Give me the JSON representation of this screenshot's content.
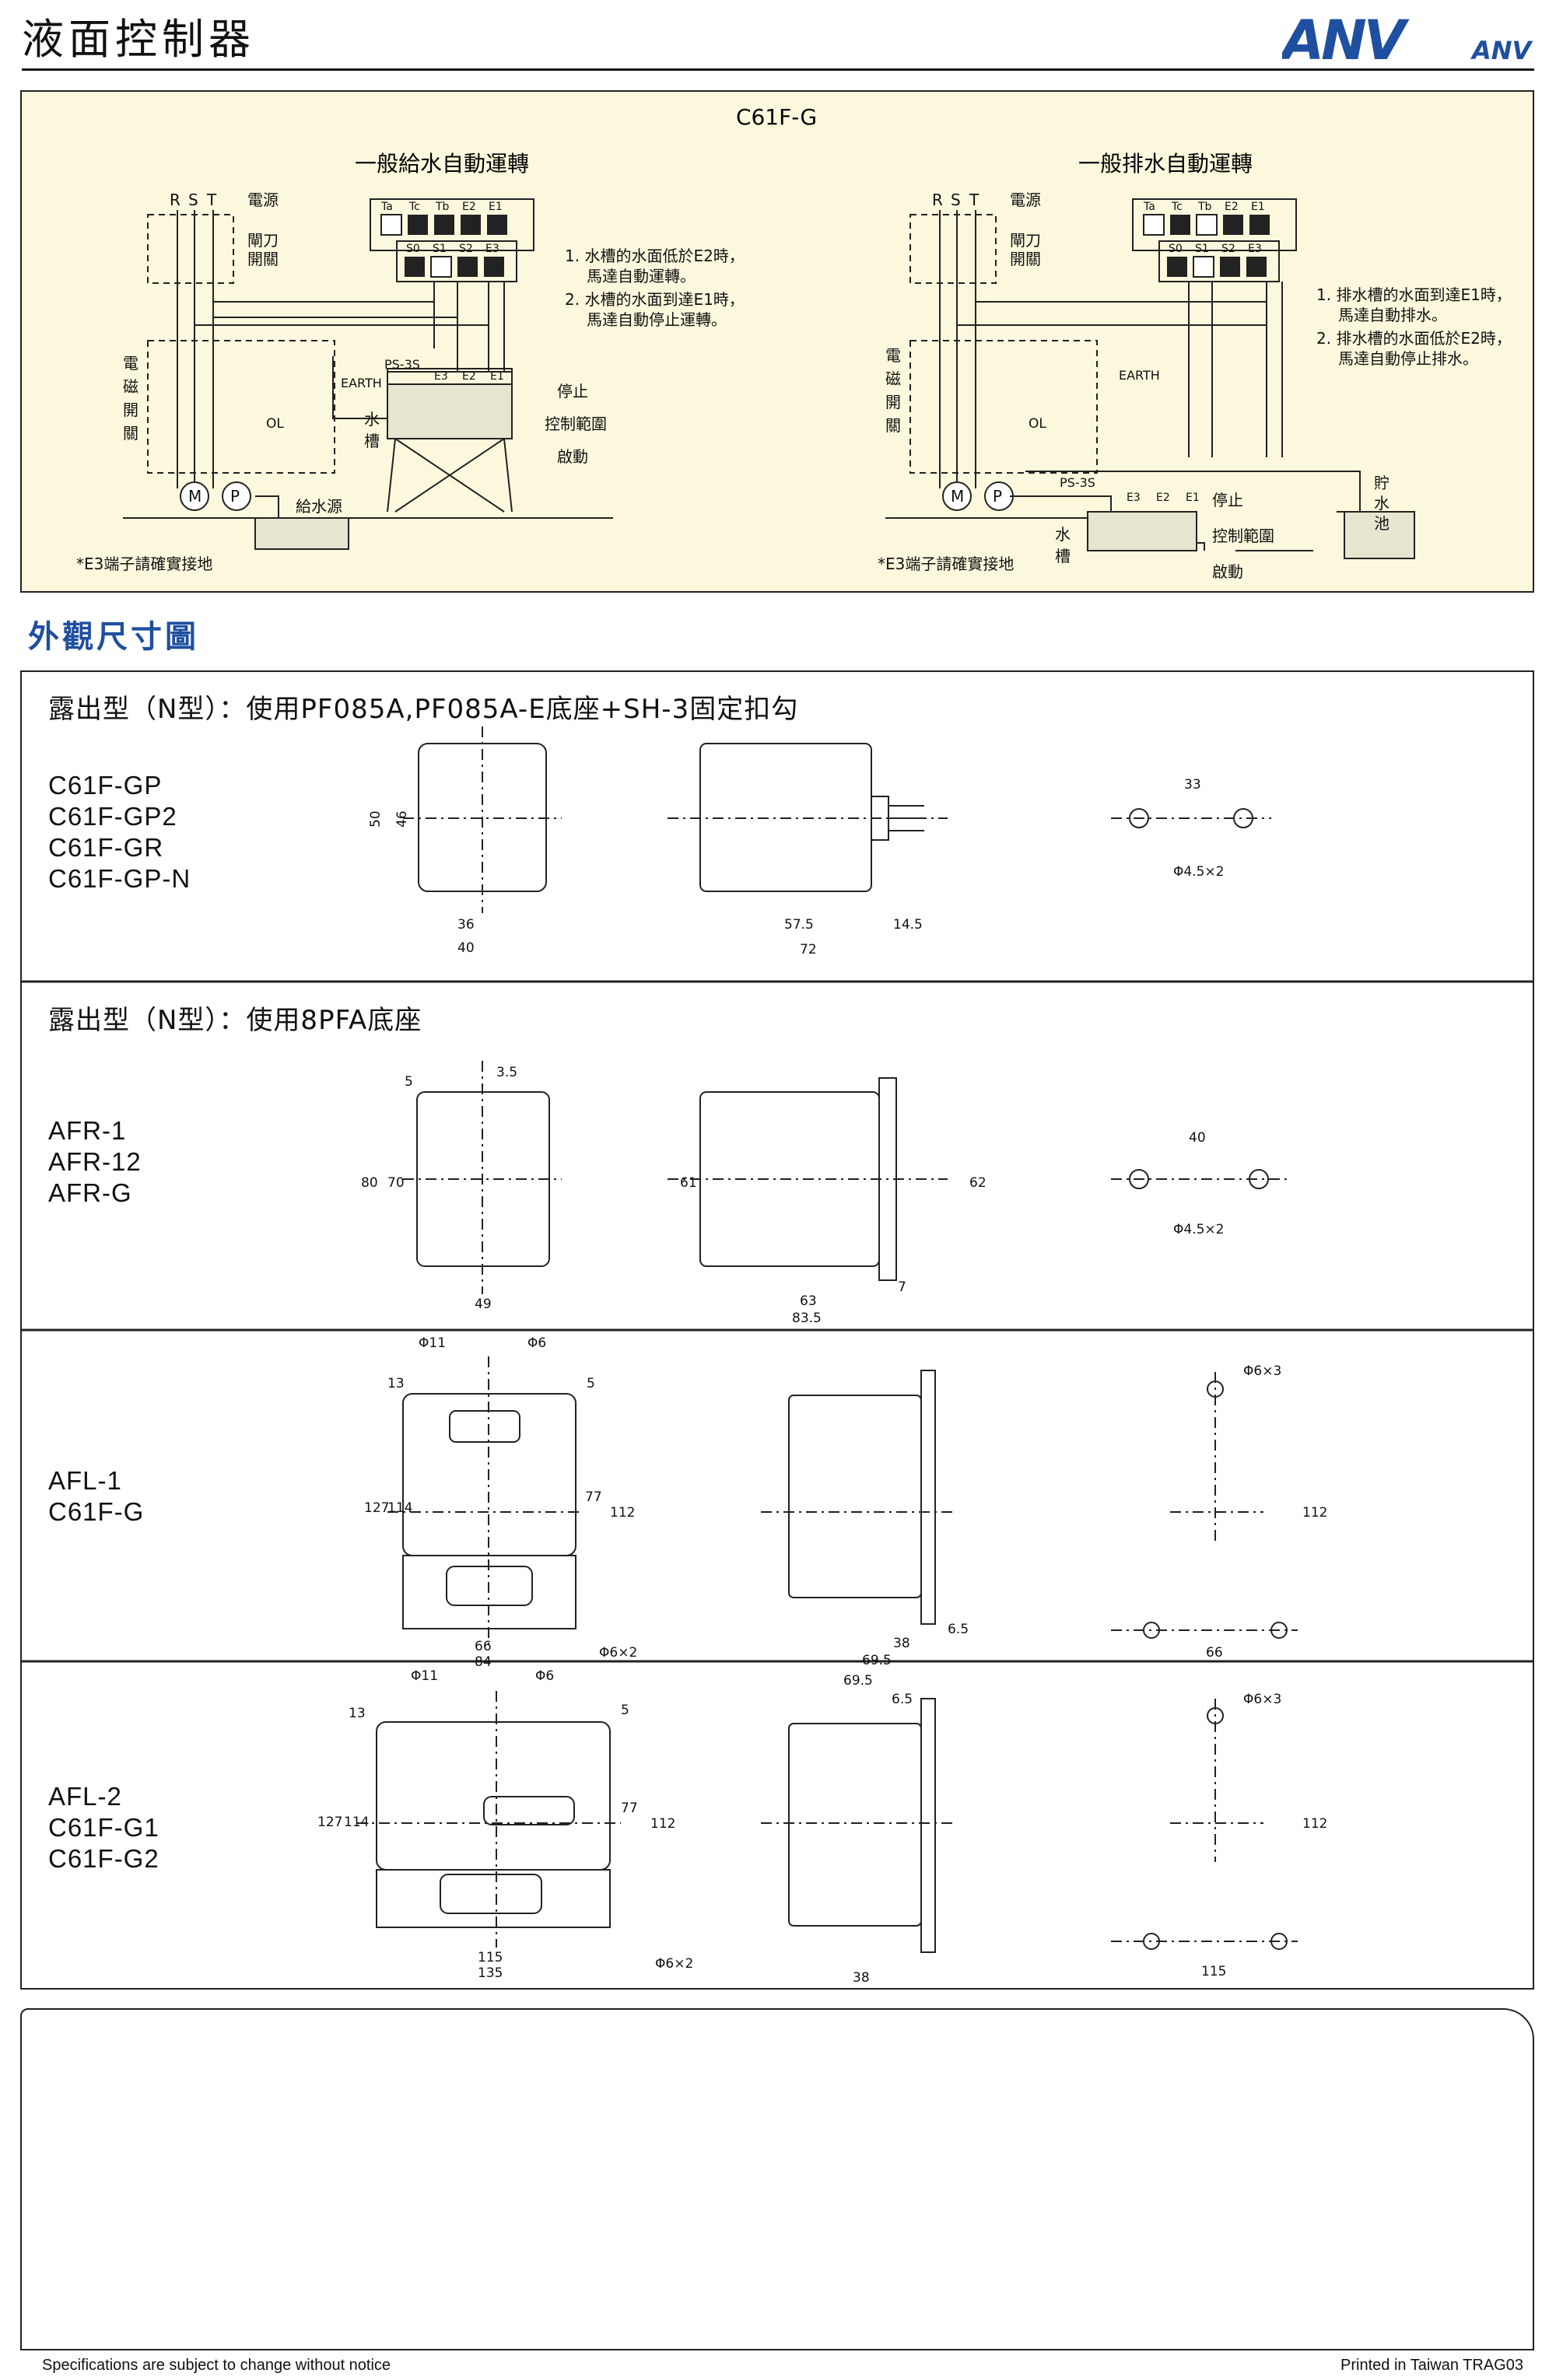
{
  "header": {
    "title": "液面控制器",
    "logo_text": "ANV",
    "logo_small": "ANV"
  },
  "wiring": {
    "panel_title": "C61F-G",
    "left": {
      "title": "一般給水自動運轉",
      "power_phases": [
        "R",
        "S",
        "T"
      ],
      "power_label": "電源",
      "knife_switch": [
        "閘刀",
        "開關"
      ],
      "contactor": [
        "電",
        "磁",
        "開",
        "關"
      ],
      "terminals_top": [
        "Ta",
        "Tc",
        "Tb",
        "E2",
        "E1"
      ],
      "terminals_bottom": [
        "S0",
        "S1",
        "S2",
        "E3"
      ],
      "notes": [
        "1. 水槽的水面低於E2時，",
        "馬達自動運轉。",
        "2. 水槽的水面到達E1時，",
        "馬達自動停止運轉。"
      ],
      "earth": "EARTH",
      "ol": "OL",
      "sensor": "PS-3S",
      "electrodes": [
        "E3",
        "E2",
        "E1"
      ],
      "tank": [
        "水",
        "槽"
      ],
      "stop": "停止",
      "range": "控制範圍",
      "start": "啟動",
      "source": "給水源",
      "motor": "M",
      "pump": "P",
      "footnote": "*E3端子請確實接地"
    },
    "right": {
      "title": "一般排水自動運轉",
      "power_phases": [
        "R",
        "S",
        "T"
      ],
      "power_label": "電源",
      "knife_switch": [
        "閘刀",
        "開關"
      ],
      "contactor": [
        "電",
        "磁",
        "開",
        "關"
      ],
      "terminals_top": [
        "Ta",
        "Tc",
        "Tb",
        "E2",
        "E1"
      ],
      "terminals_bottom": [
        "S0",
        "S1",
        "S2",
        "E3"
      ],
      "notes": [
        "1. 排水槽的水面到達E1時，",
        "馬達自動排水。",
        "2. 排水槽的水面低於E2時，",
        "馬達自動停止排水。"
      ],
      "earth": "EARTH",
      "ol": "OL",
      "sensor": "PS-3S",
      "electrodes": [
        "E3",
        "E2",
        "E1"
      ],
      "tank": [
        "水",
        "槽"
      ],
      "reservoir": [
        "貯",
        "水",
        "池"
      ],
      "stop": "停止",
      "range": "控制範圍",
      "start": "啟動",
      "motor": "M",
      "pump": "P",
      "footnote": "*E3端子請確實接地"
    }
  },
  "dimensions": {
    "heading": "外觀尺寸圖",
    "rows": [
      {
        "title": "露出型（N型）：使用PF085A,PF085A-E底座+SH-3固定扣勾",
        "models": [
          "C61F-GP",
          "C61F-GP2",
          "C61F-GR",
          "C61F-GP-N"
        ],
        "front": {
          "h_outer": "50",
          "h_inner": "46",
          "w_inner": "36",
          "w_outer": "40"
        },
        "side": {
          "body": "57.5",
          "pins": "14.5",
          "total": "72"
        },
        "mount": {
          "spacing": "33",
          "hole": "Φ4.5×2"
        }
      },
      {
        "title": "露出型（N型）：使用8PFA底座",
        "models": [
          "AFR-1",
          "AFR-12",
          "AFR-G"
        ],
        "front": {
          "h_outer": "80",
          "h_inner": "70",
          "top": "5",
          "tab": "3.5",
          "width": "49"
        },
        "side": {
          "h_body": "61",
          "h_base": "62",
          "flange": "7",
          "body": "63",
          "total": "83.5"
        },
        "mount": {
          "spacing": "40",
          "hole": "Φ4.5×2"
        }
      },
      {
        "title": "",
        "models": [
          "AFL-1",
          "C61F-G"
        ],
        "front": {
          "top_left": "Φ11",
          "top_right": "Φ6",
          "top": "13",
          "h_outer": "127",
          "h_inner": "114",
          "inner": "5",
          "h_mid": "77",
          "h_right": "112",
          "w_inner": "66",
          "w_outer": "84",
          "hole": "Φ6×2"
        },
        "side": {
          "flange": "6.5",
          "depth": "38",
          "total": "69.5"
        },
        "mount": {
          "hole": "Φ6×3",
          "height": "112",
          "width": "66"
        }
      },
      {
        "title": "",
        "models": [
          "AFL-2",
          "C61F-G1",
          "C61F-G2"
        ],
        "front": {
          "top_left": "Φ11",
          "top_right": "Φ6",
          "top": "13",
          "h_outer": "127",
          "h_inner": "114",
          "inner": "5",
          "h_mid": "77",
          "h_right": "112",
          "w_inner": "115",
          "w_outer": "135",
          "hole": "Φ6×2"
        },
        "side": {
          "total": "69.5",
          "flange": "6.5",
          "depth": "38"
        },
        "mount": {
          "hole": "Φ6×3",
          "height": "112",
          "width": "115"
        }
      }
    ]
  },
  "footer": {
    "left": "Specifications are subject to change without notice",
    "right": "Printed in Taiwan   TRAG03"
  }
}
